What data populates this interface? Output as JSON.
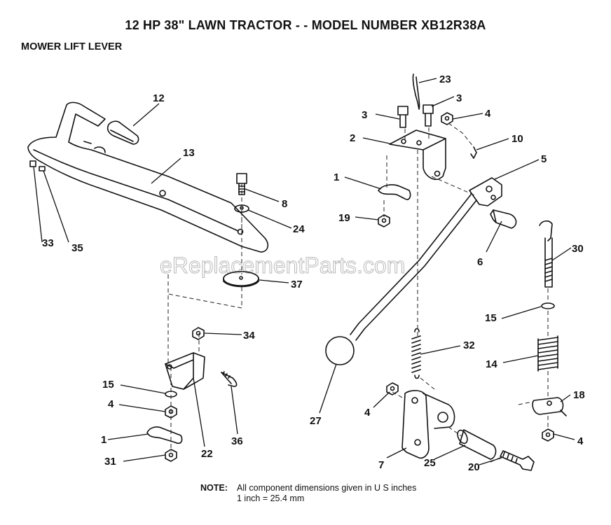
{
  "header": {
    "title": "12 HP 38\" LAWN TRACTOR - - MODEL NUMBER XB12R38A",
    "subtitle": "MOWER LIFT LEVER"
  },
  "watermark": "eReplacementParts.com",
  "callouts": {
    "n23": "23",
    "n3a": "3",
    "n3b": "3",
    "n4a": "4",
    "n2": "2",
    "n10": "10",
    "n5": "5",
    "n1a": "1",
    "n19": "19",
    "n6": "6",
    "n30": "30",
    "n12": "12",
    "n13": "13",
    "n8": "8",
    "n24": "24",
    "n33": "33",
    "n35": "35",
    "n37": "37",
    "n34": "34",
    "n15a": "15",
    "n32": "32",
    "n14": "14",
    "n15b": "15",
    "n4b": "4",
    "n1b": "1",
    "n31": "31",
    "n22": "22",
    "n36": "36",
    "n27": "27",
    "n4c": "4",
    "n18": "18",
    "n4d": "4",
    "n7": "7",
    "n25": "25",
    "n20": "20"
  },
  "note": {
    "label": "NOTE:",
    "line1": "All component dimensions given in U S  inches",
    "line2": "1 inch = 25.4 mm"
  }
}
